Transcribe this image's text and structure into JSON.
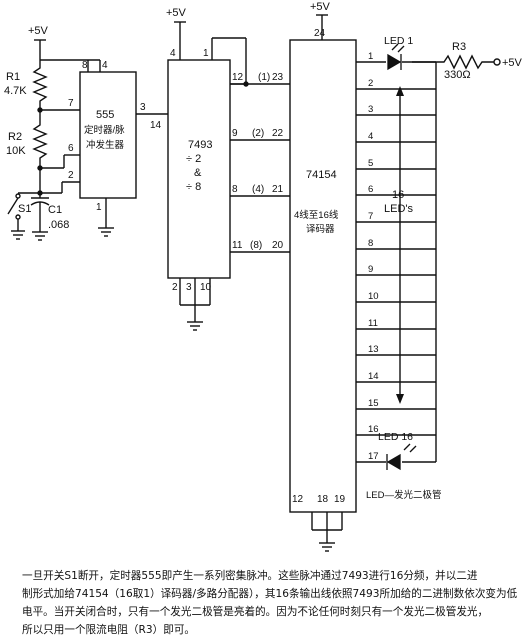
{
  "supply": {
    "vcc_555": "+5V",
    "vcc_7493": "+5V",
    "vcc_74154": "+5V",
    "vcc_led": "+5V"
  },
  "r1": {
    "name": "R1",
    "value": "4.7K"
  },
  "r2": {
    "name": "R2",
    "value": "10K"
  },
  "c1": {
    "name": "C1",
    "value": ".068"
  },
  "s1": {
    "name": "S1"
  },
  "r3": {
    "name": "R3",
    "value": "330Ω"
  },
  "chip555": {
    "title": "555",
    "sub1": "定时器/脉",
    "sub2": "冲发生器",
    "pins": {
      "p8": "8",
      "p4": "4",
      "p7": "7",
      "p3": "3",
      "p6": "6",
      "p2": "2",
      "p1": "1"
    }
  },
  "chip7493": {
    "title": "7493",
    "line2": "÷ 2",
    "line3": "&",
    "line4": "÷ 8",
    "pins": {
      "p4": "4",
      "p1": "1",
      "p14": "14",
      "p12": "12",
      "p9": "9",
      "p8": "8",
      "p11": "11",
      "p2": "2",
      "p3": "3",
      "p10": "10"
    }
  },
  "bus": [
    "(1)",
    "(2)",
    "(4)",
    "(8)"
  ],
  "chip74154": {
    "title": "74154",
    "sub1": "4线至16线",
    "sub2": "译码器",
    "pins": {
      "p24": "24",
      "p23": "23",
      "p22": "22",
      "p21": "21",
      "p20": "20",
      "p12": "12",
      "p18": "18",
      "p19": "19"
    },
    "outputs": [
      "1",
      "2",
      "3",
      "4",
      "5",
      "6",
      "7",
      "8",
      "9",
      "10",
      "11",
      "13",
      "14",
      "15",
      "16",
      "17"
    ]
  },
  "leds": {
    "led1": "LED 1",
    "led16": "LED 16",
    "count": "16",
    "label": "LED's",
    "legend": "LED—发光二极管"
  },
  "caption": [
    "一旦开关S1断开，定时器555即产生一系列密集脉冲。这些脉冲通过7493进行16分频，并以二进",
    "制形式加给74154（16取1）译码器/多路分配器），其16条输出线依照7493所加给的二进制数依次变为低",
    "电平。当开关闭合时，只有一个发光二极管是亮着的。因为不论任何时刻只有一个发光二极管发光，",
    "所以只用一个限流电阻（R3）即可。"
  ]
}
